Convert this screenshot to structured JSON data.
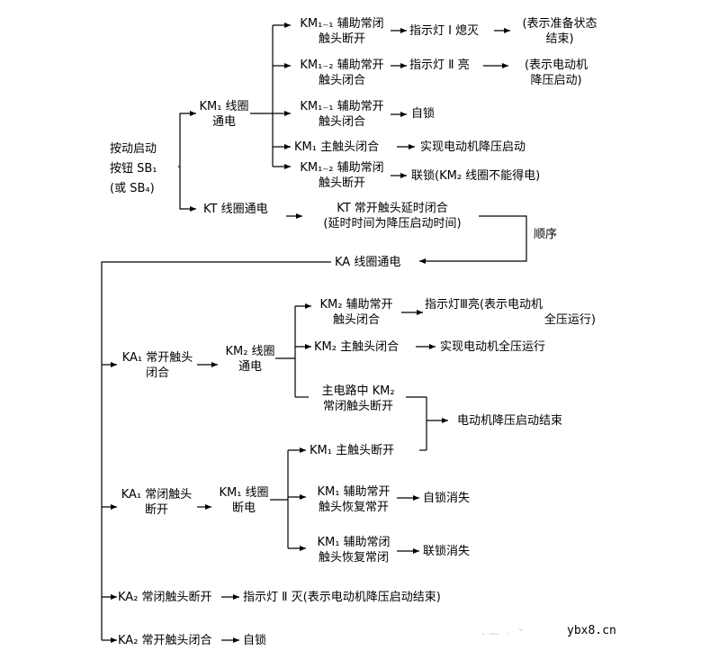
{
  "diagram": {
    "start": [
      "按动启动",
      "按钮 SB₁",
      "(或 SB₄)"
    ],
    "km1_coil": [
      "KM₁ 线圈",
      "通电"
    ],
    "b1": [
      "KM₁₋₁ 辅助常闭",
      "触头断开"
    ],
    "b1_lamp": "指示灯 Ⅰ 熄灭",
    "b1_note": [
      "(表示准备状态",
      "结束)"
    ],
    "b2": [
      "KM₁₋₂ 辅助常开",
      "触头闭合"
    ],
    "b2_lamp": "指示灯 Ⅱ 亮",
    "b2_note": [
      "(表示电动机",
      "降压启动)"
    ],
    "b3": [
      "KM₁₋₁ 辅助常开",
      "触头闭合"
    ],
    "b3_result": "自锁",
    "b4": "KM₁ 主触头闭合",
    "b4_result": "实现电动机降压启动",
    "b5": [
      "KM₁₋₂ 辅助常闭",
      "触头断开"
    ],
    "b5_result": "联锁(KM₂ 线圈不能得电)",
    "kt_coil": "KT 线圈通电",
    "kt_delay": [
      "KT  常开触头延时闭合",
      "(延时时间为降压启动时间)"
    ],
    "sequence": "顺序",
    "ka_coil": "KA 线圈通电",
    "ka1_no": [
      "KA₁ 常开触头",
      "闭合"
    ],
    "km2_coil": [
      "KM₂ 线圈",
      "通电"
    ],
    "c1": [
      "KM₂ 辅助常开",
      "触头闭合"
    ],
    "c1_lamp": "指示灯Ⅲ亮(表示电动机",
    "c1_lamp2": "全压运行)",
    "c2": "KM₂ 主触头闭合",
    "c2_result": "实现电动机全压运行",
    "c3": [
      "主电路中 KM₂",
      "常闭触头断开"
    ],
    "c3_result": "电动机降压启动结束",
    "ka1_nc": [
      "KA₁ 常闭触头",
      "断开"
    ],
    "km1_off": [
      "KM₁ 线圈",
      "断电"
    ],
    "d1": "KM₁ 主触头断开",
    "d2": [
      "KM₁ 辅助常开",
      "触头恢复常开"
    ],
    "d2_result": "自锁消失",
    "d3": [
      "KM₁ 辅助常闭",
      "触头恢复常闭"
    ],
    "d3_result": "联锁消失",
    "e1": "KA₂ 常闭触头断开",
    "e1_result": "指示灯 Ⅱ 灭(表示电动机降压启动结束)",
    "e2": "KA₂ 常开触头闭合",
    "e2_result": "自锁"
  },
  "watermark": "ybx8.cn",
  "colors": {
    "line": "#000000",
    "background": "#ffffff"
  }
}
